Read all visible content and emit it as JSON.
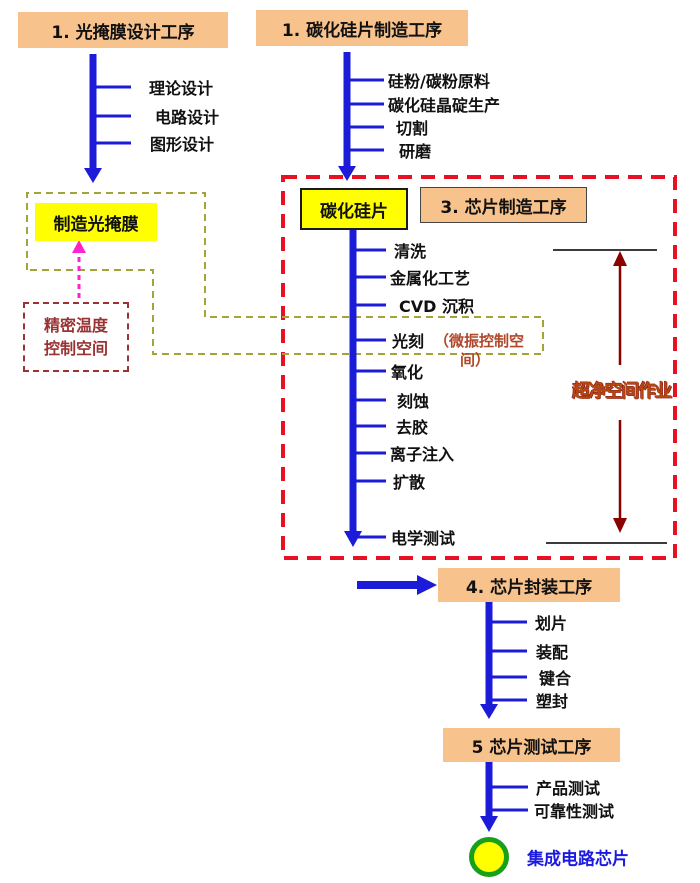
{
  "mask_design": {
    "title": "1. 光掩膜设计工序",
    "steps": [
      "理论设计",
      "电路设计",
      "图形设计"
    ]
  },
  "wafer_manufacture": {
    "title": "1. 碳化硅片制造工序",
    "steps": [
      "硅粉/碳粉原料",
      "碳化硅晶碇生产",
      "切割",
      "研磨"
    ]
  },
  "mask_making": {
    "label": "制造光掩膜"
  },
  "temp_control": {
    "label": "精密温度\n控制空间"
  },
  "chip_manufacture": {
    "wafer_label": "碳化硅片",
    "title": "3. 芯片制造工序",
    "steps": [
      "清洗",
      "金属化工艺",
      "CVD 沉积",
      "光刻",
      "氧化",
      "刻蚀",
      "去胶",
      "离子注入",
      "扩散",
      "电学测试"
    ],
    "vibration_note_line1": "（微振控制空",
    "vibration_note_line2": "间）",
    "cleanroom_label": "超净空间作业"
  },
  "packaging": {
    "title": "4. 芯片封装工序",
    "steps": [
      "划片",
      "装配",
      "键合",
      "塑封"
    ]
  },
  "testing": {
    "title": "5 芯片测试工序",
    "steps": [
      "产品测试",
      "可靠性测试"
    ]
  },
  "final_product": {
    "label": "集成电路芯片"
  },
  "colors": {
    "process_box_bg": "#f8c28c",
    "highlight_yellow": "#ffff00",
    "flow_blue": "#1b1bd8",
    "cleanroom_boundary_red": "#e81123",
    "mask_path_olive": "#a3a33b",
    "temp_arrow_magenta": "#ff22cc",
    "temp_box_dark_red": "#993333",
    "cleanroom_label_color": "#b5490f",
    "cleanroom_span_arrow": "#8b0000",
    "final_circle_green": "#18a018",
    "final_label_blue": "#1a1ae0"
  }
}
